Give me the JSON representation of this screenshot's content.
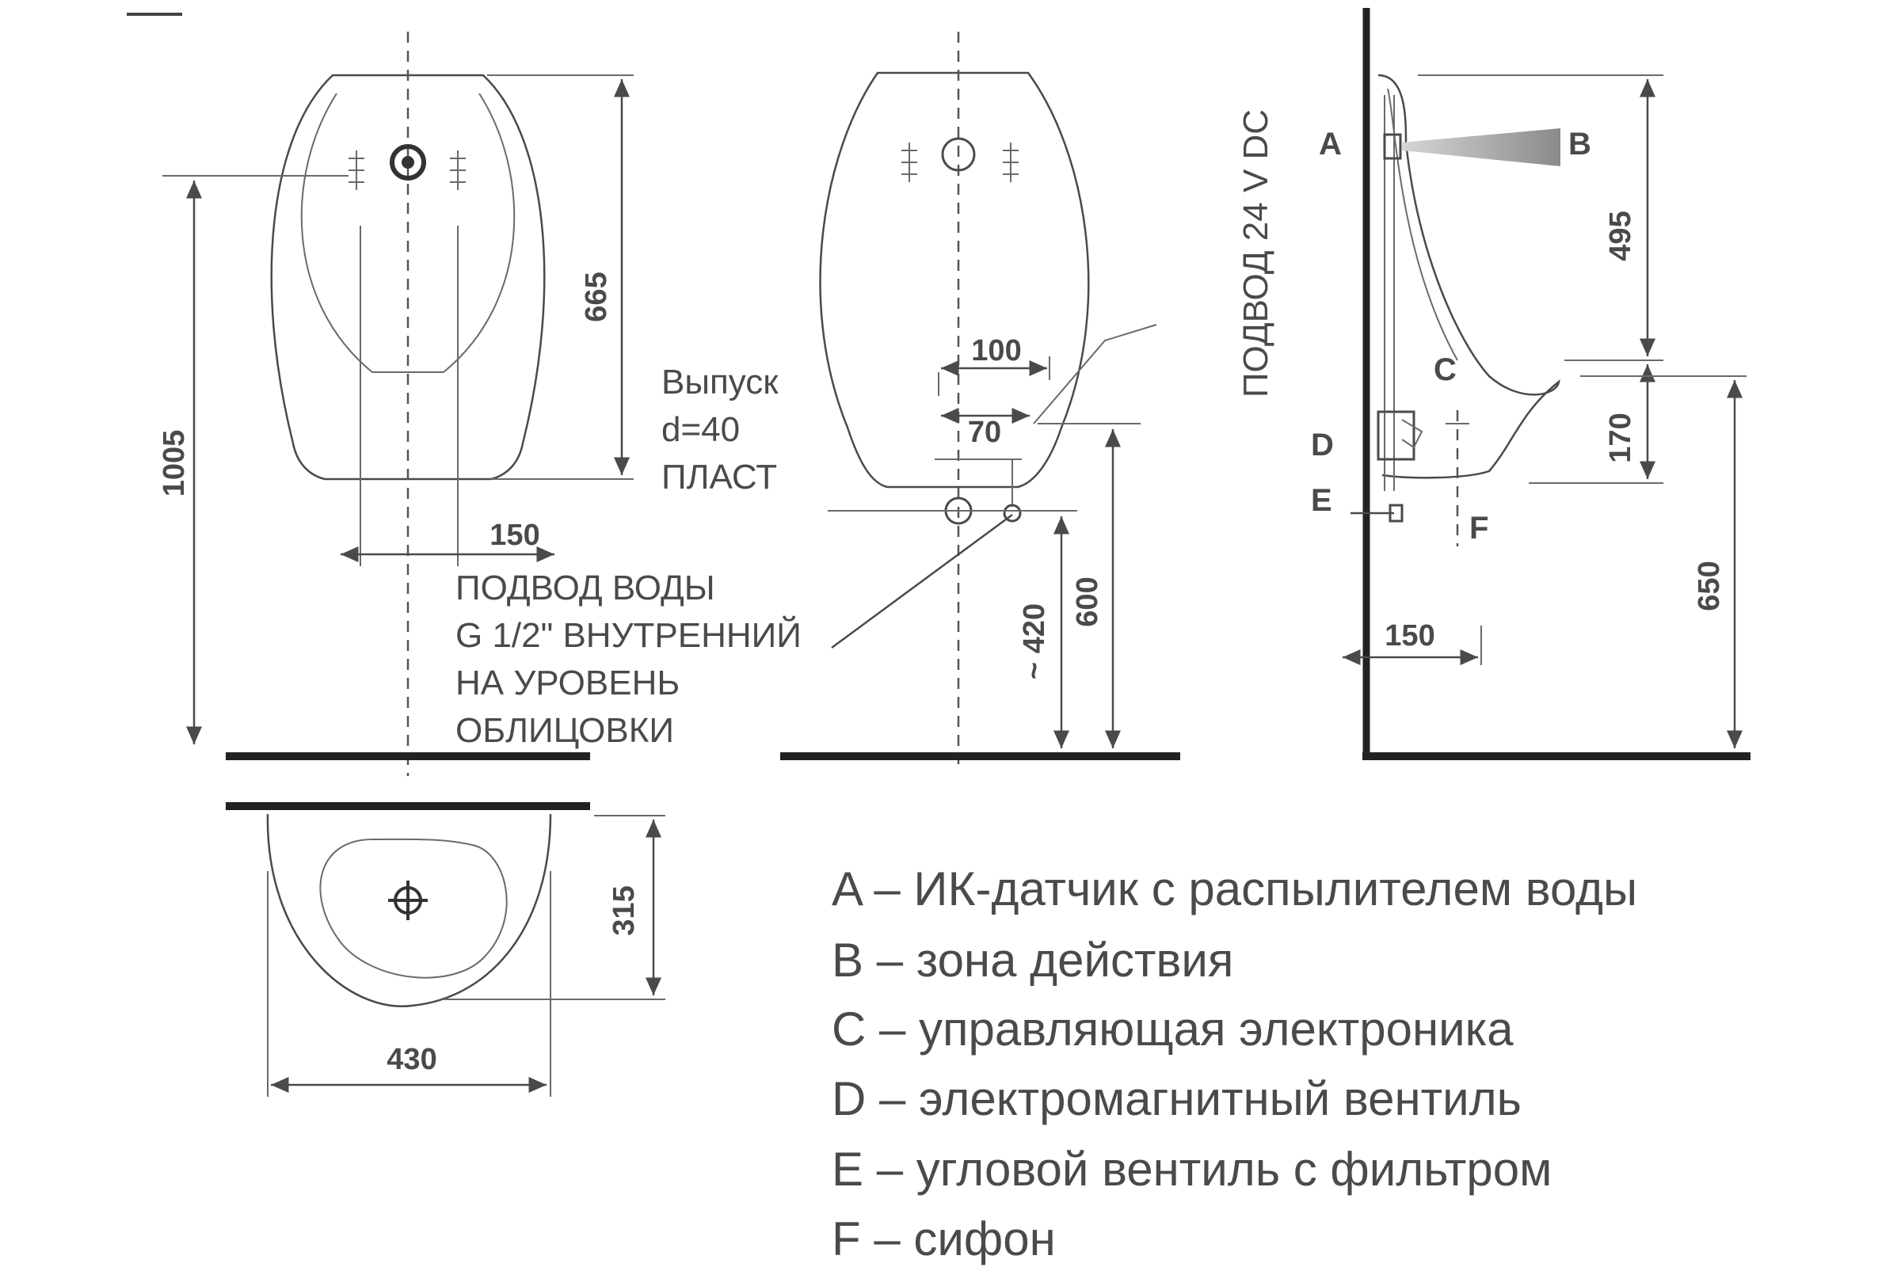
{
  "dimensions": {
    "front_height": "665",
    "top_height": "1005",
    "inlet_spacing": "150",
    "outlet_offset": "100",
    "outlet_offset_small": "70",
    "drain_height": "~ 420",
    "spud_height": "600",
    "depth": "315",
    "width": "430",
    "sensor_height": "495",
    "rim_offset": "170",
    "rim_height": "650",
    "wall_offset": "150"
  },
  "notes": {
    "outlet": [
      "Выпуск",
      "d=40",
      "ПЛАСТ"
    ],
    "water_supply": [
      "ПОДВОД ВОДЫ",
      "G 1/2\" ВНУТРЕННИЙ",
      "НА УРОВЕНЬ",
      "ОБЛИЦОВКИ"
    ],
    "power_supply": "ПОДВОД 24 V DC"
  },
  "markers": {
    "a": "A",
    "b": "B",
    "c": "C",
    "d": "D",
    "e": "E",
    "f": "F"
  },
  "legend": [
    "A – ИК-датчик с распылителем воды",
    "B – зона действия",
    "C – управляющая электроника",
    "D – электромагнитный вентиль",
    "E – угловой вентиль с фильтром",
    "F – сифон"
  ]
}
